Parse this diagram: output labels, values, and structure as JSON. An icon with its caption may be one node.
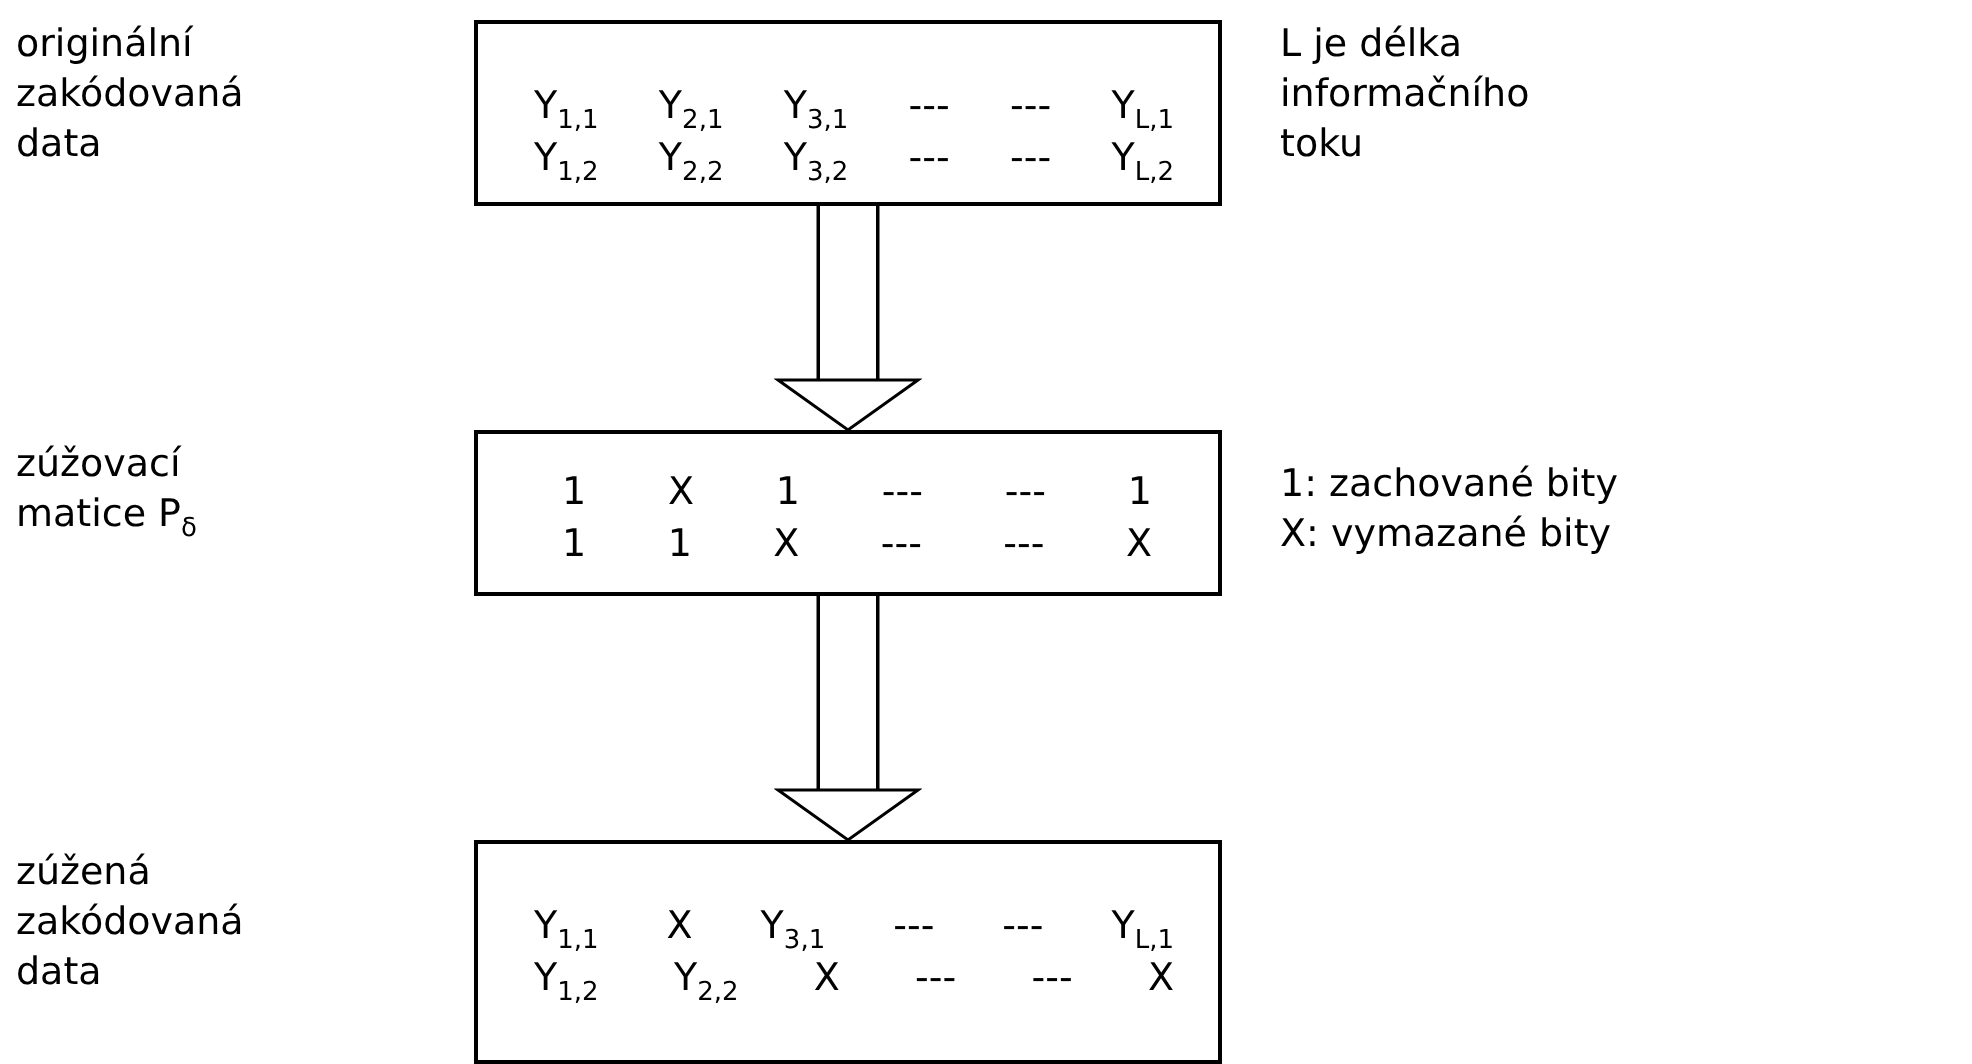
{
  "diagram": {
    "nodes": [
      {
        "text": [
          "Y$_{1,1}$ Y$_{2,1}$ Y$_{3,1}$ --- --- Y$_{L,1}$",
          "Y$_{1,2}$ Y$_{2,2}$ Y$_{3,2}$ --- --- Y$_{L,2}$"
        ]
      },
      {
        "text": [
          "1 X 1 --- --- 1",
          "1 1 X --- --- X"
        ]
      },
      {
        "text": [
          "Y$_{1,1}$ X Y$_{3,1}$ --- --- Y$_{L,1}$",
          "Y$_{1,2}$ Y$_{2,2}$ X --- --- X"
        ]
      }
    ],
    "edges": [
      {
        "from": 0,
        "to": 1,
        "arrow": "to"
      },
      {
        "from": 1,
        "to": 2,
        "arrow": "to"
      }
    ],
    "labels": [
      "originální zakódovaná data",
      "L je délka informačního toku",
      "zúžovací matice P$_{δ}$",
      "1: zachované bity X: vymazané bity",
      "zúžená zakódovaná data"
    ]
  }
}
